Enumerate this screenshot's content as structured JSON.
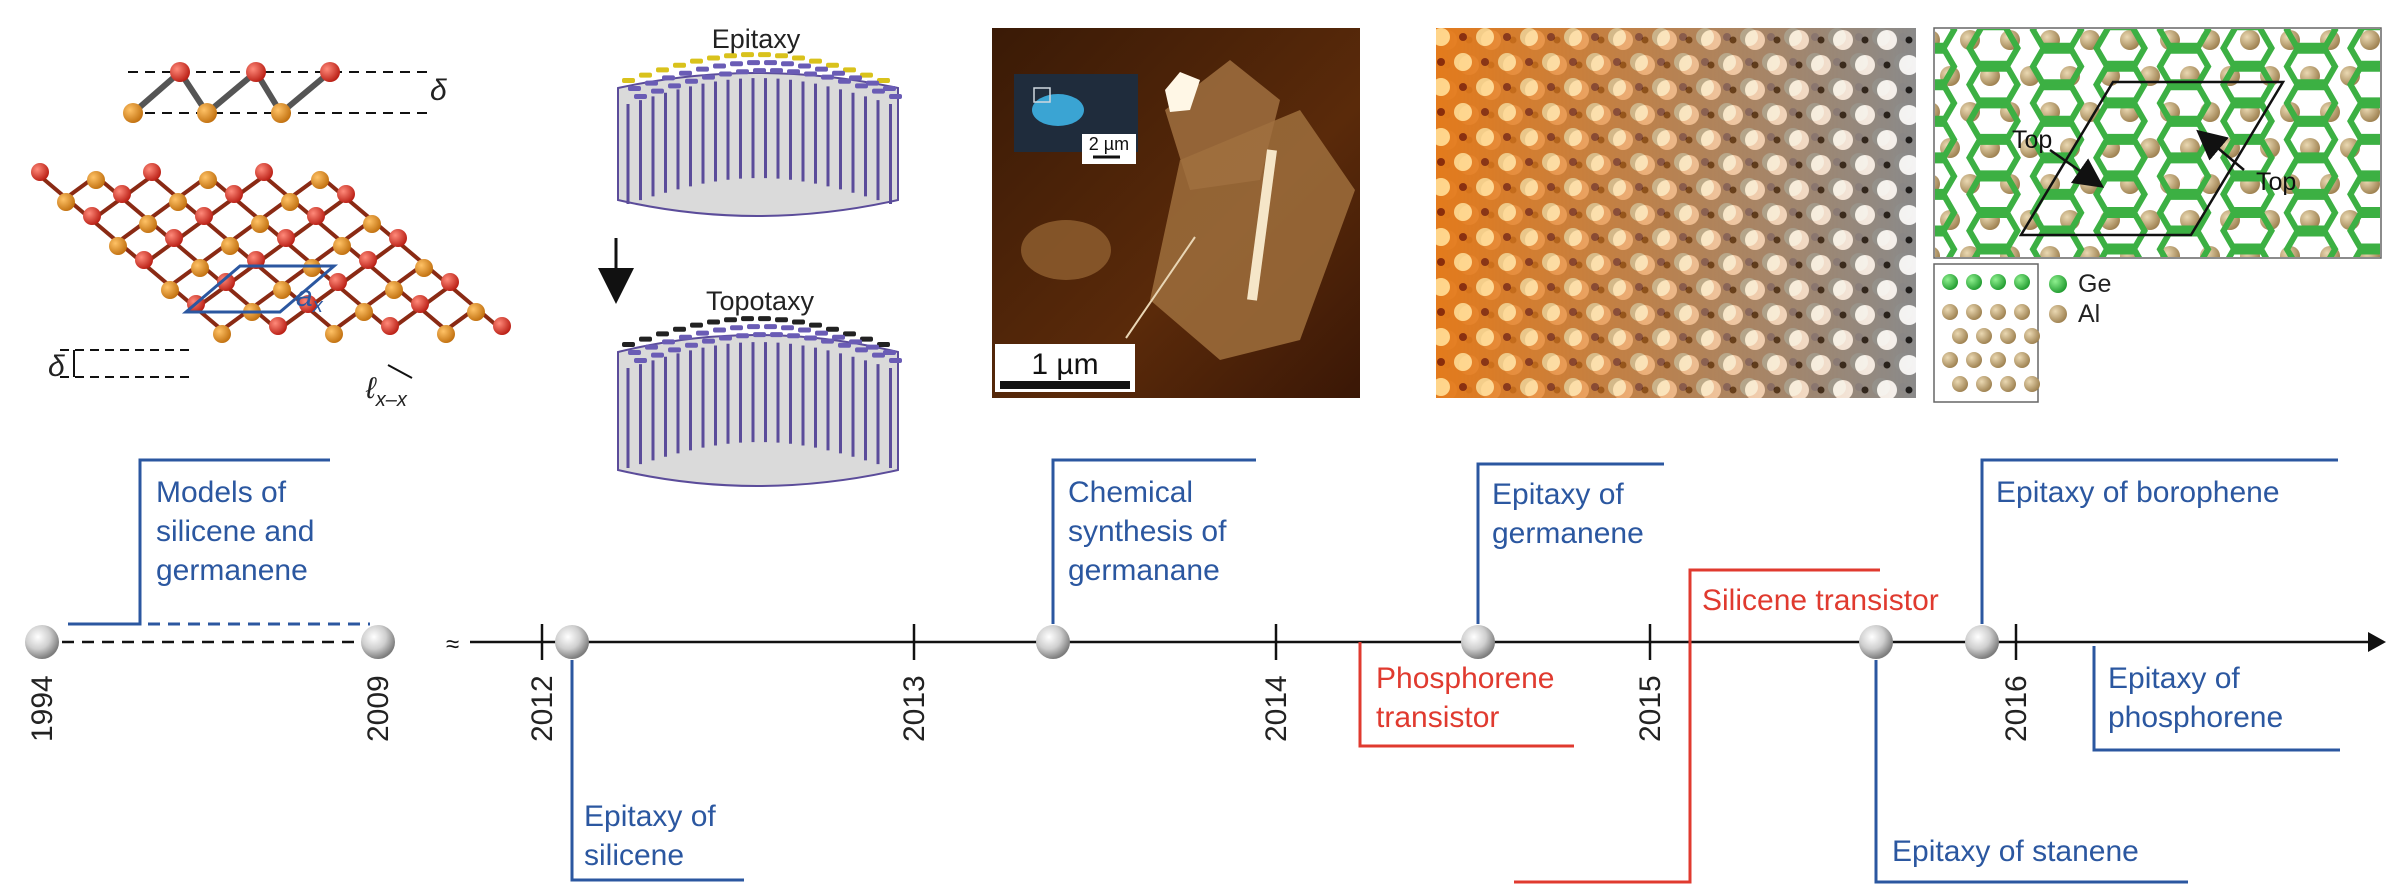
{
  "years": {
    "y1994": "1994",
    "y2009": "2009",
    "y2012": "2012",
    "y2013": "2013",
    "y2014": "2014",
    "y2015": "2015",
    "y2016": "2016"
  },
  "events": {
    "models": [
      "Models of",
      "silicene and",
      "germanene"
    ],
    "epitaxy_silicene": [
      "Epitaxy of",
      "silicene"
    ],
    "chemical_germanane": [
      "Chemical",
      "synthesis of",
      "germanane"
    ],
    "epitaxy_germanene": [
      "Epitaxy of",
      "germanene"
    ],
    "phosphorene_transistor": [
      "Phosphorene",
      "transistor"
    ],
    "silicene_transistor": [
      "Silicene transistor"
    ],
    "epitaxy_stanene": [
      "Epitaxy of stanene"
    ],
    "epitaxy_borophene": [
      "Epitaxy of borophene"
    ],
    "epitaxy_phosphorene": [
      "Epitaxy of",
      "phosphorene"
    ]
  },
  "panels": {
    "lattice": {
      "delta": "δ",
      "ax": "a",
      "ax_sub": "x",
      "lxx": "ℓ",
      "lxx_sub": "x–x"
    },
    "growth": {
      "epitaxy": "Epitaxy",
      "topotaxy": "Topotaxy"
    },
    "afm": {
      "scale_main": "1 µm",
      "scale_inset": "2 µm"
    },
    "germanene_al": {
      "top1": "Top",
      "top2": "Top",
      "legend_ge": "Ge",
      "legend_al": "Al"
    }
  },
  "colors": {
    "blue": "#2b57a0",
    "red": "#e03a2f",
    "ge_green": "#3cb043",
    "al_tan": "#b59a6a",
    "atom_red": "#d42a1f",
    "atom_orange": "#d9861e"
  }
}
